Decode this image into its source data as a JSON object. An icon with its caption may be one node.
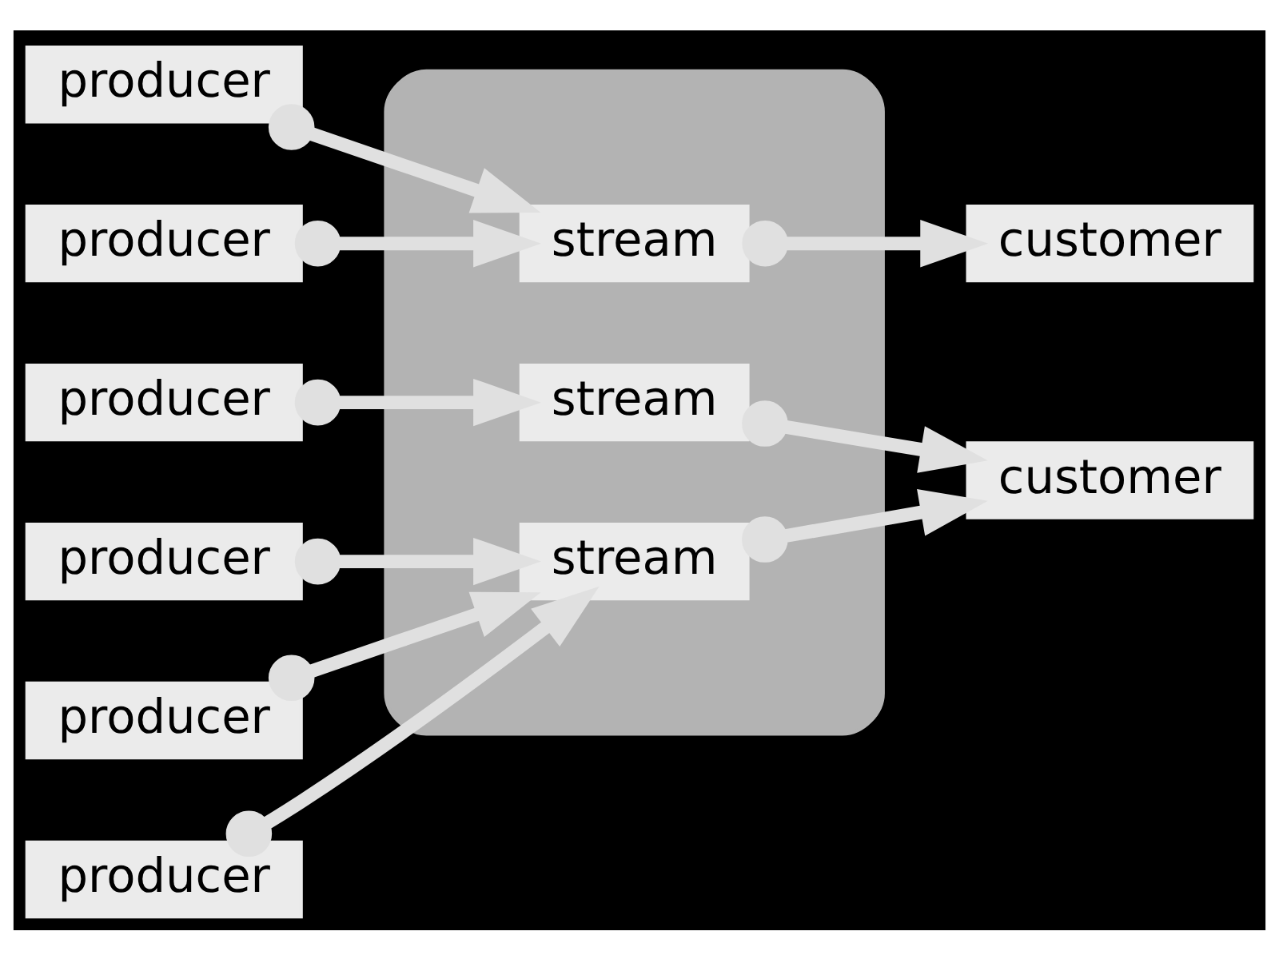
{
  "diagram": {
    "nodes": [
      {
        "text": [],
        "shape": "box"
      },
      {
        "text": [
          "producer"
        ]
      },
      {
        "text": [
          "producer"
        ]
      },
      {
        "text": [
          "producer"
        ]
      },
      {
        "text": [
          "producer"
        ]
      },
      {
        "text": [
          "producer"
        ]
      },
      {
        "text": [
          "producer"
        ]
      },
      {
        "text": [
          "stream"
        ],
        "in": 0
      },
      {
        "text": [
          "stream"
        ],
        "in": 0
      },
      {
        "text": [
          "stream"
        ],
        "in": 0
      },
      {
        "text": [
          "customer"
        ]
      },
      {
        "text": [
          "customer"
        ]
      }
    ],
    "edges": [
      {
        "from": 1,
        "to": 7,
        "arrow": "to"
      },
      {
        "from": 2,
        "to": 7,
        "arrow": "to"
      },
      {
        "from": 3,
        "to": 8,
        "arrow": "to"
      },
      {
        "from": 4,
        "to": 9,
        "arrow": "to"
      },
      {
        "from": 5,
        "to": 9,
        "arrow": "to"
      },
      {
        "from": 6,
        "to": 9,
        "arrow": "to"
      },
      {
        "from": 7,
        "to": 10,
        "arrow": "to"
      },
      {
        "from": 8,
        "to": 11,
        "arrow": "to"
      },
      {
        "from": 9,
        "to": 11,
        "arrow": "to"
      }
    ]
  }
}
